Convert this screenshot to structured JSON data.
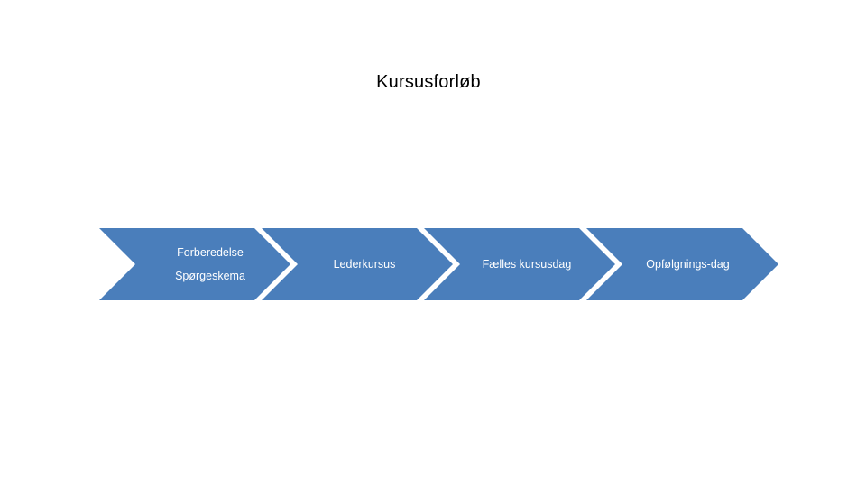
{
  "slide": {
    "title": "Kursusforløb",
    "background_color": "#FFFFFF",
    "accent_color": "#4A7EBB",
    "label_color": "#FFFFFF",
    "title_color": "#000000"
  },
  "process": {
    "type": "chevron-process",
    "direction": "left-to-right",
    "step_count": 4,
    "steps": [
      {
        "index": 1,
        "lines": [
          "Forberedelse",
          "Spørgeskema"
        ],
        "line1": "Forberedelse",
        "line2": "Spørgeskema"
      },
      {
        "index": 2,
        "lines": [
          "Lederkursus"
        ],
        "line1": "Lederkursus",
        "line2": ""
      },
      {
        "index": 3,
        "lines": [
          "Fælles kursusdag"
        ],
        "line1": "Fælles kursusdag",
        "line2": ""
      },
      {
        "index": 4,
        "lines": [
          "Opfølgnings-dag"
        ],
        "line1": "Opfølgnings-dag",
        "line2": ""
      }
    ]
  }
}
